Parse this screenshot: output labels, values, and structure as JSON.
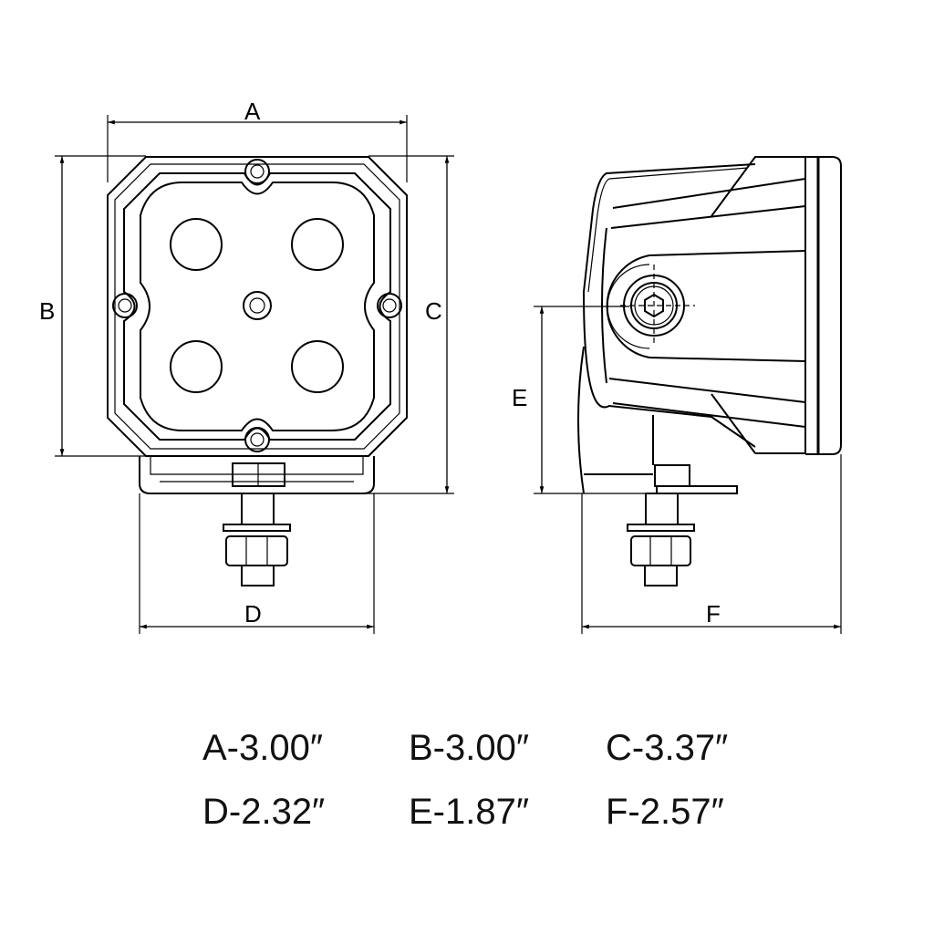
{
  "dimension_labels": {
    "a": "A",
    "b": "B",
    "c": "C",
    "d": "D",
    "e": "E",
    "f": "F"
  },
  "specs": [
    {
      "text": "A-3.00″"
    },
    {
      "text": "B-3.00″"
    },
    {
      "text": "C-3.37″"
    },
    {
      "text": "D-2.32″"
    },
    {
      "text": "E-1.87″"
    },
    {
      "text": "F-2.57″"
    }
  ]
}
